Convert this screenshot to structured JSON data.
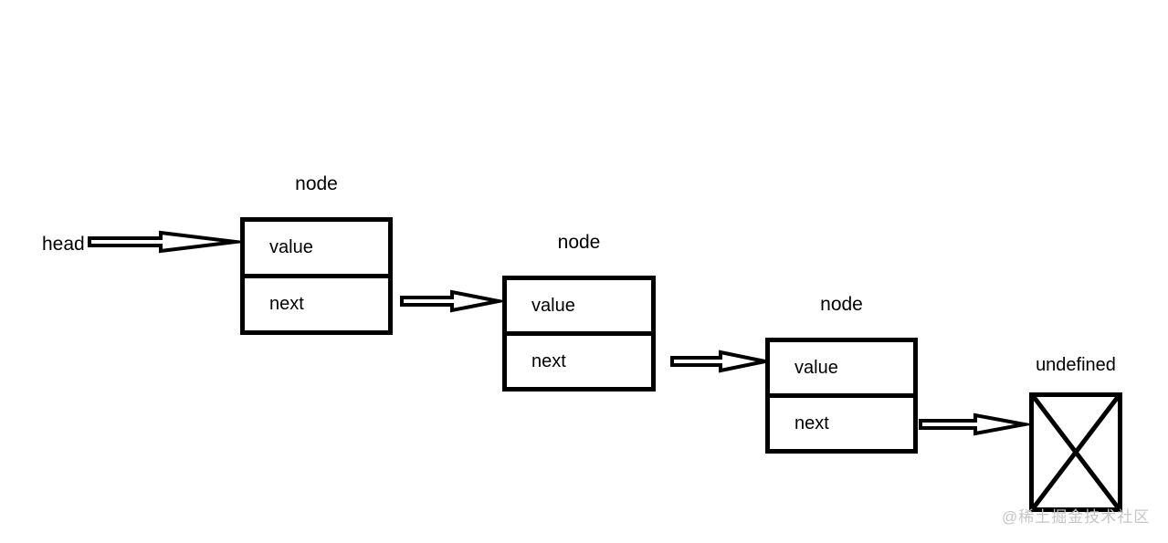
{
  "diagram": {
    "head_label": "head",
    "nodes": [
      {
        "title": "node",
        "fields": [
          "value",
          "next"
        ]
      },
      {
        "title": "node",
        "fields": [
          "value",
          "next"
        ]
      },
      {
        "title": "node",
        "fields": [
          "value",
          "next"
        ]
      }
    ],
    "terminator": {
      "label": "undefined"
    },
    "watermark": "@稀土掘金技术社区",
    "colors": {
      "line": "#000000",
      "background": "#ffffff",
      "watermark": "#c6c6c6"
    }
  }
}
